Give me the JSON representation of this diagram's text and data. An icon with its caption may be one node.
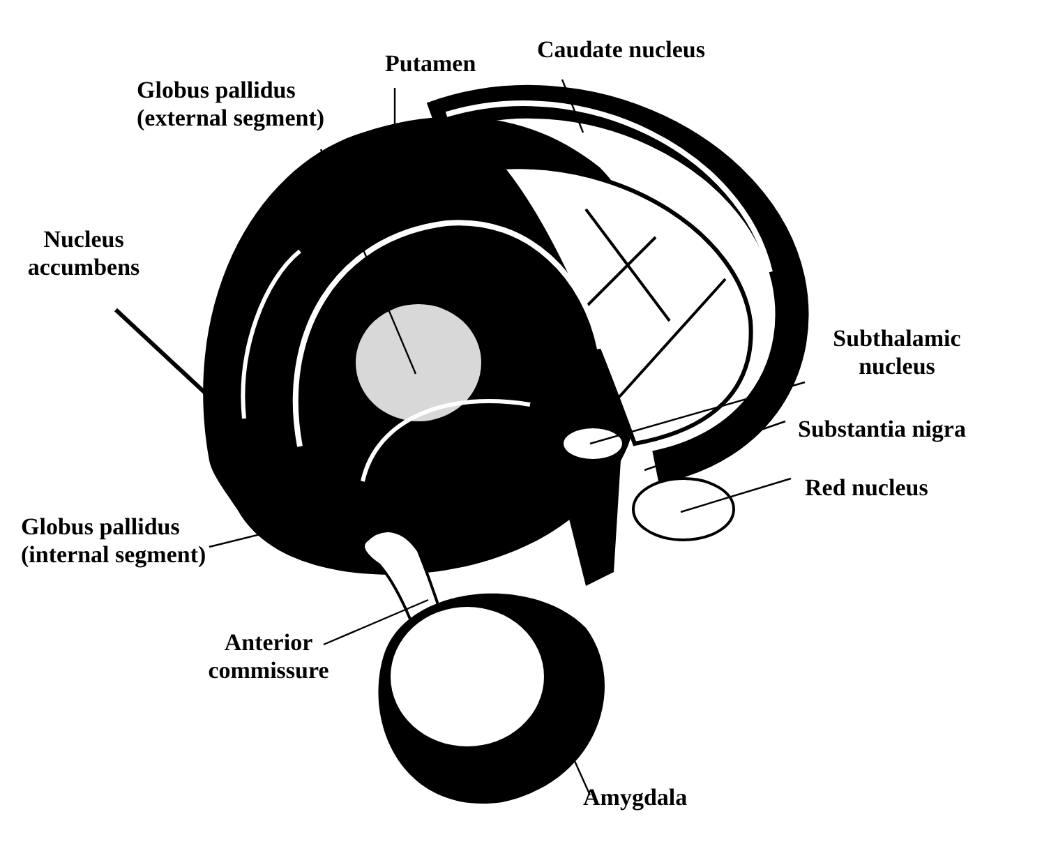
{
  "diagram": {
    "nodes": [
      {
        "text": [
          "Globus pallidus (external segment)"
        ]
      },
      {
        "text": [
          "Putamen"
        ]
      },
      {
        "text": [
          "Caudate nucleus"
        ]
      },
      {
        "text": [
          "Nucleus accumbens"
        ]
      },
      {
        "text": [
          "Subthalamic nucleus"
        ]
      },
      {
        "text": [
          "Substantia nigra"
        ]
      },
      {
        "text": [
          "Red nucleus"
        ]
      },
      {
        "text": [
          "Globus pallidus (internal segment)"
        ]
      },
      {
        "text": [
          "Anterior commissure"
        ]
      },
      {
        "text": [
          "Amygdala"
        ]
      }
    ],
    "edges": [
      {
        "from": 0,
        "to": null,
        "arrow": "none"
      },
      {
        "from": 1,
        "to": null,
        "arrow": "none"
      },
      {
        "from": 2,
        "to": null,
        "arrow": "none"
      },
      {
        "from": 3,
        "to": null,
        "arrow": "to",
        "style": "thick"
      },
      {
        "from": 4,
        "to": null,
        "arrow": "none"
      },
      {
        "from": 5,
        "to": null,
        "arrow": "none"
      },
      {
        "from": 6,
        "to": null,
        "arrow": "none"
      },
      {
        "from": 7,
        "to": null,
        "arrow": "none"
      },
      {
        "from": 8,
        "to": null,
        "arrow": "none"
      },
      {
        "from": 9,
        "to": null,
        "arrow": "none"
      }
    ]
  }
}
